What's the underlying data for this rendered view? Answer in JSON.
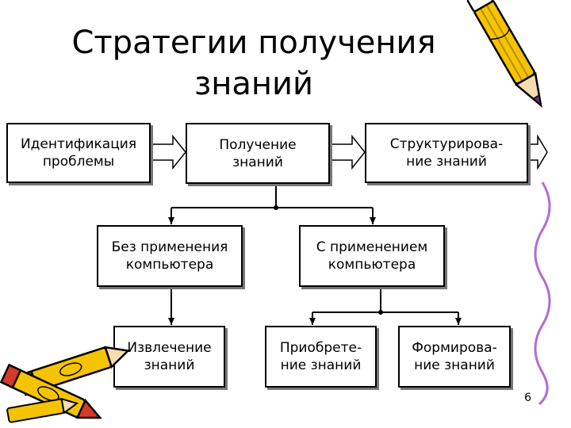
{
  "title": "Стратегии получения\nзнаний",
  "boxes": {
    "identification": "Идентификация\nпроблемы",
    "acquisition": "Получение\nзнаний",
    "structuring": "Структурирова-\nние знаний",
    "without_computer": "Без применения\nкомпьютера",
    "with_computer": "С применением\nкомпьютера",
    "extraction": "Извлечение\nзнаний",
    "obtaining": "Приобрете-\nние знаний",
    "forming": "Формирова-\nние знаний"
  },
  "page_number": "6",
  "icons": {
    "pencil_right": "pencil-icon",
    "crayons_left": "crayons-icon"
  },
  "colors": {
    "pencil_body": "#f5c400",
    "pencil_outline": "#000000",
    "box_shadow": "#777777"
  }
}
